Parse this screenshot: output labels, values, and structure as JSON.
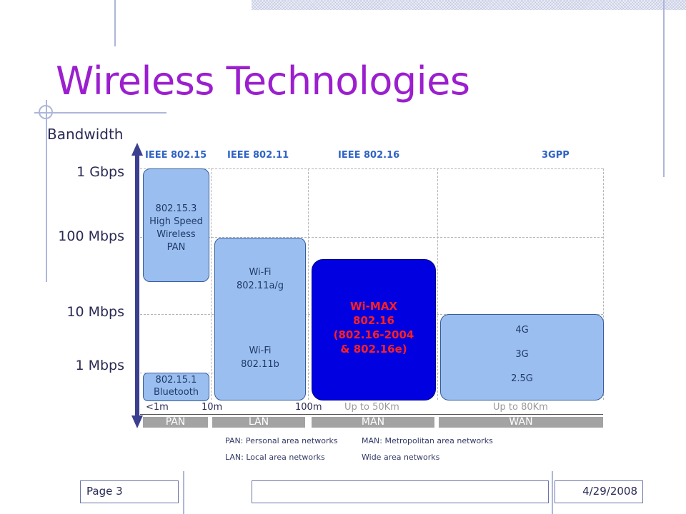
{
  "slide": {
    "title": "Wireless Technologies",
    "bandwidth_label": "Bandwidth"
  },
  "standards": [
    "IEEE 802.15",
    "IEEE 802.11",
    "IEEE 802.16",
    "3GPP"
  ],
  "bandwidth_ticks": [
    "1 Gbps",
    "100 Mbps",
    "10 Mbps",
    "1 Mbps"
  ],
  "tech_boxes": {
    "high_speed_pan": "802.15.3\nHigh Speed\nWireless\nPAN",
    "bluetooth": "802.15.1\nBluetooth",
    "wifi_ag": "Wi-Fi\n802.11a/g",
    "wifi_b": "Wi-Fi\n802.11b",
    "wimax": "Wi-MAX\n802.16\n(802.16-2004\n& 802.16e)",
    "cellular_4g": "4G",
    "cellular_3g": "3G",
    "cellular_25g": "2.5G"
  },
  "distance_ticks": [
    "<1m",
    "10m",
    "100m",
    "Up to 50Km",
    "Up to 80Km"
  ],
  "categories": [
    "PAN",
    "LAN",
    "MAN",
    "WAN"
  ],
  "legend": {
    "pan": "PAN: Personal area networks",
    "lan": "LAN: Local area networks",
    "man": "MAN: Metropolitan area networks",
    "wan": "Wide area networks"
  },
  "footer": {
    "page": "Page 3",
    "date": "4/29/2008"
  },
  "colors": {
    "title": "#9b1fce",
    "box_fill": "#9bbef0",
    "wimax_fill": "#0000e0",
    "wimax_text": "#ff2020",
    "arrow": "#3a3f8f"
  }
}
